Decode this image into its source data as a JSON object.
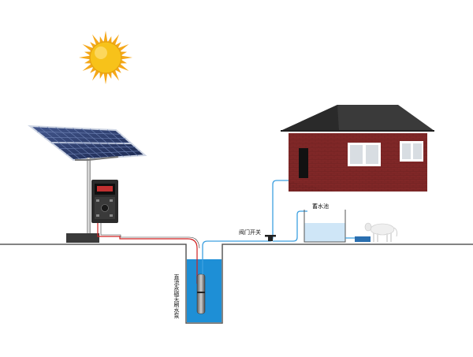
{
  "labels": {
    "valve_switch": "阀门开关",
    "storage_tank": "蓄水池",
    "pump": "直流永磁无刷水泵"
  },
  "colors": {
    "ground": "#555555",
    "water": "#1e8fd6",
    "tank_water": "#cfe6f7",
    "pipe": "#3da0e0",
    "wire_red": "#d02020",
    "wall": "#7a2424",
    "roof": "#3a3a3a",
    "sun": "#f6c21b",
    "panel": "#2a3c6e"
  },
  "icons": [
    "sun-icon",
    "solar-panel-icon",
    "inverter-controller-icon",
    "house-icon",
    "cow-icon",
    "valve-icon",
    "submersible-pump-icon"
  ]
}
